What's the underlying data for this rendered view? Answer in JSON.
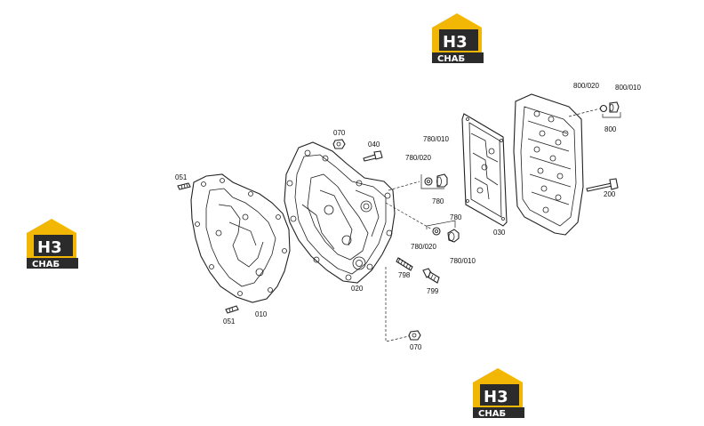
{
  "diagram": {
    "labels": {
      "p051a": "051",
      "p051b": "051",
      "p010": "010",
      "p070a": "070",
      "p040": "040",
      "p020": "020",
      "p780_010a": "780/010",
      "p780_020a": "780/020",
      "p780a": "780",
      "p780b": "780",
      "p780_020b": "780/020",
      "p780_010b": "780/010",
      "p798": "798",
      "p799": "799",
      "p070b": "070",
      "p030": "030",
      "p800_020": "800/020",
      "p800_010": "800/010",
      "p800": "800",
      "p200": "200"
    },
    "watermark": {
      "mark": "H3",
      "word": "CHAБ",
      "colors": {
        "yellow": "#f2b705",
        "dark": "#2b2b2b"
      }
    }
  }
}
